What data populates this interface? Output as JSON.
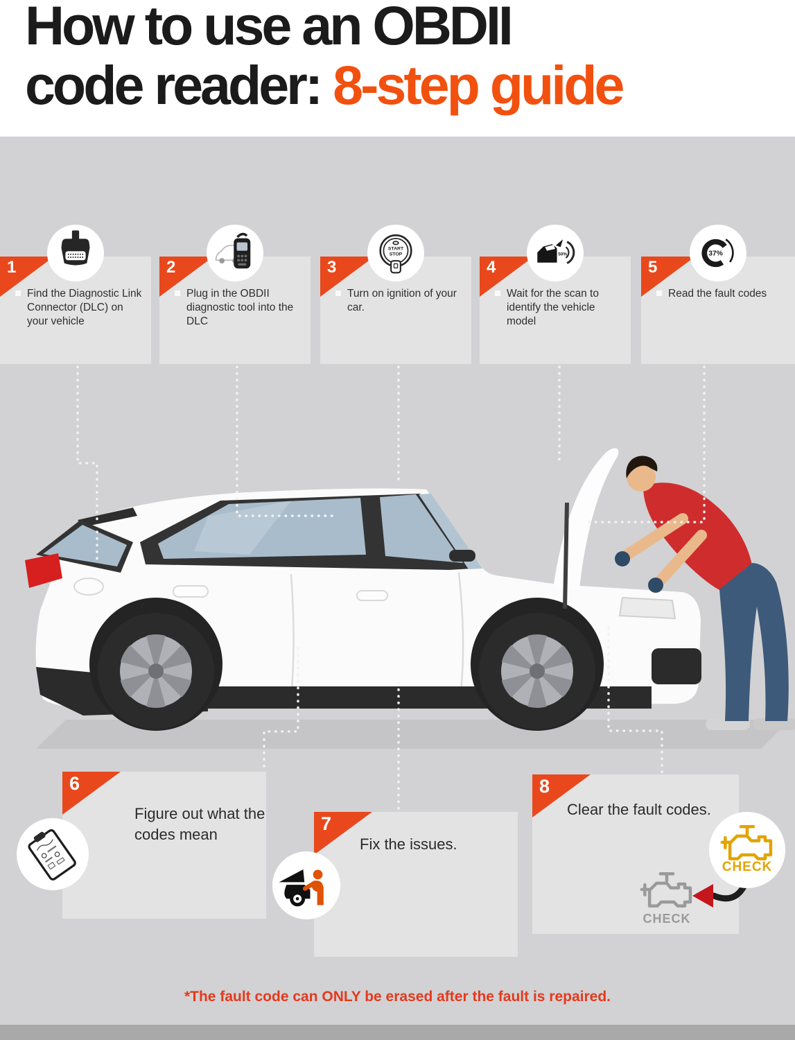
{
  "title": {
    "line1": "How to use an OBDII",
    "line2_black": "code reader: ",
    "line2_accent": "8-step guide"
  },
  "steps": [
    {
      "num": "1",
      "text": "Find the Diagnostic Link Connector (DLC) on your vehicle",
      "icon": "obd-connector-icon"
    },
    {
      "num": "2",
      "text": "Plug in the OBDII diagnostic tool into the DLC",
      "icon": "scan-tool-icon"
    },
    {
      "num": "3",
      "text": "Turn on ignition of your car.",
      "icon": "start-stop-button-icon"
    },
    {
      "num": "4",
      "text": "Wait for the scan to identify the vehicle model",
      "icon": "vehicle-scan-icon"
    },
    {
      "num": "5",
      "text": "Read the fault codes",
      "icon": "progress-ring-icon"
    },
    {
      "num": "6",
      "text": "Figure out what the codes mean",
      "icon": "diagnostic-report-icon"
    },
    {
      "num": "7",
      "text": "Fix the issues.",
      "icon": "mechanic-repair-icon"
    },
    {
      "num": "8",
      "text": "Clear the fault codes.",
      "icon": "check-engine-lights-icon"
    }
  ],
  "icon_labels": {
    "ignition_top": "START",
    "ignition_bottom": "STOP",
    "scan_progress": "50%",
    "read_progress": "37%",
    "check_engine_on": "CHECK",
    "check_engine_off": "CHECK"
  },
  "footer": {
    "note": "*The fault code can ONLY be erased after the fault is repaired."
  },
  "colors": {
    "accent_orange": "#F2500F",
    "step_triangle": "#E8481C",
    "footer_red": "#E5391C",
    "background_gray": "#D2D2D4",
    "card_gray": "#E3E3E4",
    "check_on_yellow": "#E2A400",
    "check_off_gray": "#9A9A9A",
    "taillight_red": "#D61F1F",
    "shirt_red": "#CF2D2D",
    "jeans_blue": "#3E5A7A"
  }
}
